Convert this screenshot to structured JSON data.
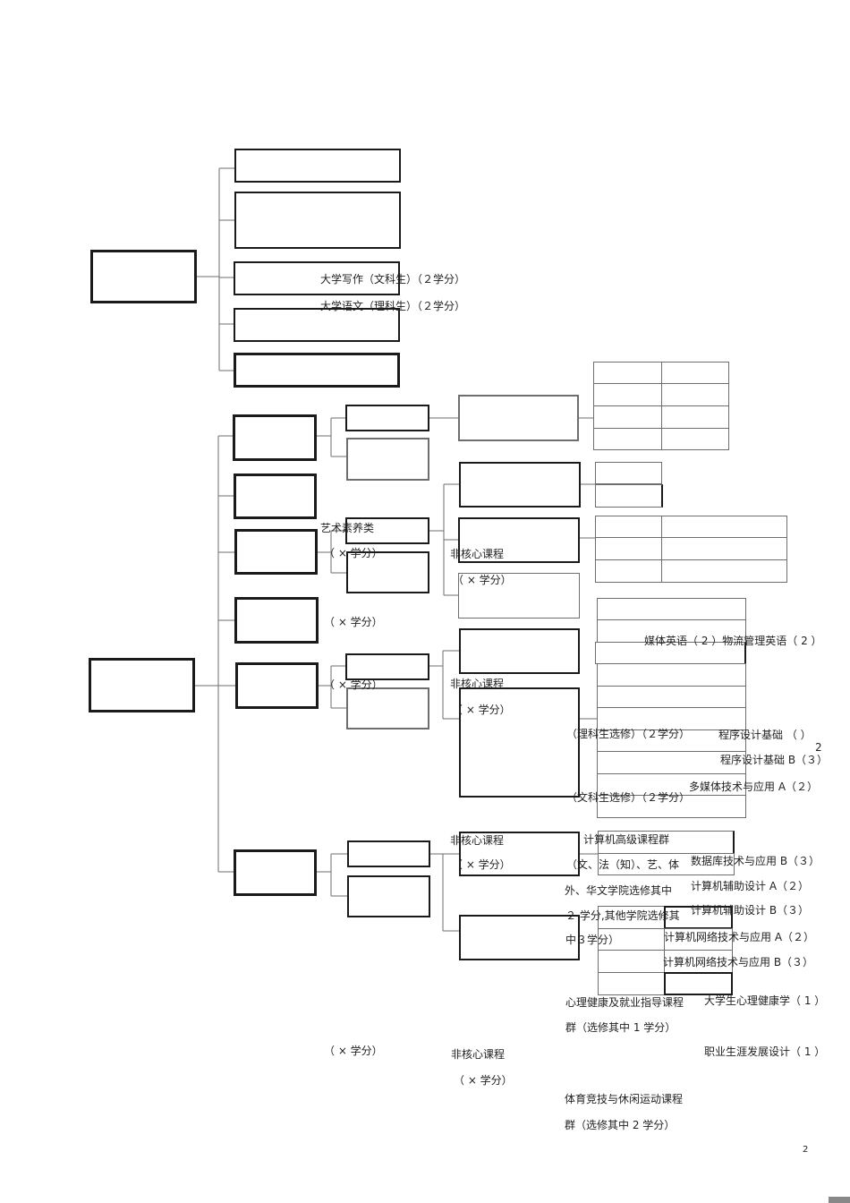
{
  "course_labels": {
    "writing_arts": "大学写作（文科生）（２学分）",
    "chinese_science": "大学语文（理科生）（２学分）",
    "art_category": "艺术素养类",
    "credit_x_1": "（ ×  学分）",
    "noncore_1": "非核心课程",
    "noncore_credit_1": "（ ×  学分）",
    "credit_x_2": "（ ×  学分）",
    "media_logistics": "媒体英语（ 2 ）物流管理英语（   2 ）",
    "credit_x_3": "（ ×  学分）",
    "noncore_2": "非核心课程",
    "noncore_credit_2": "（ ×  学分）",
    "science_elective": "（理科生选修）（２学分）",
    "programming": "程序设计基础    （    ）",
    "programming_sub": "2",
    "programming_b": "程序设计基础  B（３）",
    "multimedia_a": "多媒体技术与应用   A（２）",
    "arts_elective": "（文科生选修）（２学分）",
    "noncore_3": "非核心课程",
    "advanced_group": "计算机高级课程群",
    "noncore_credit_3": "（ ×  学分）",
    "arts_law_line": "（文、法（知）、艺、体",
    "database_b": "数据库技术与应用  B（３）",
    "foreign_line": "外、华文学院选修其中",
    "cad_a": "计算机辅助设计  A（２）",
    "other_college_line": "２ 学分,其他学院选修其",
    "cad_b": "计算机辅助设计  B（３）",
    "mid_three_line": "中３学分）",
    "network_a": "计算机网络技术与应用    A（２）",
    "network_b": "计算机网络技术与应用    B（３）",
    "mental_group": "心理健康及就业指导课程",
    "psych": "大学生心理健康学（   1 ）",
    "mental_group_select": "群（选修其中  1 学分）",
    "credit_x_4": "（ ×  学分）",
    "career": "职业生涯发展设计（   1 ）",
    "noncore_4": "非核心课程",
    "noncore_credit_4": "（ ×  学分）",
    "sports_group": "体育竞技与休闲运动课程",
    "sports_group_select": "群（选修其中  2 学分）"
  },
  "page_number": "2",
  "colors": {
    "line": "#6e6e6e",
    "box_bold": "#1a1a1a",
    "text": "#222222"
  }
}
